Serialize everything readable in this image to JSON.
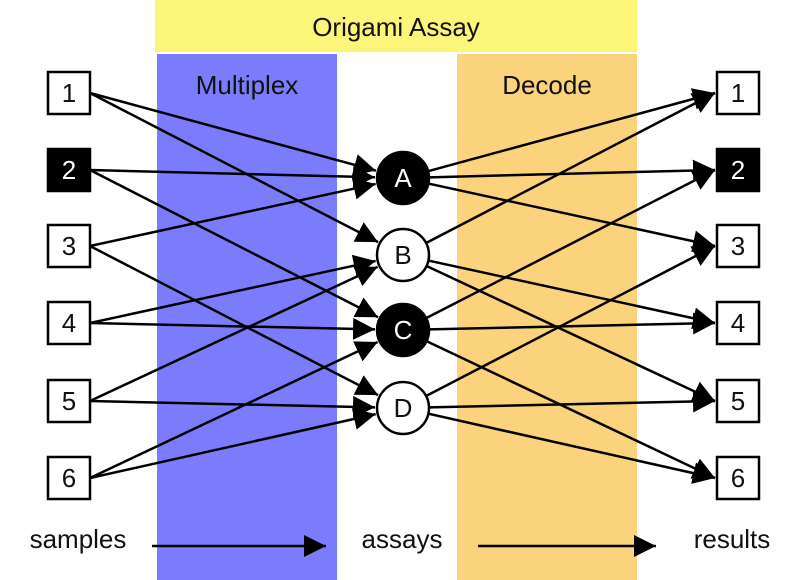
{
  "title": "Origami Assay",
  "colors": {
    "title_band": "#fbf57a",
    "multiplex_band": "#7b7cfb",
    "decode_band": "#fbd37c",
    "positive": "#000000",
    "negative": "#ffffff"
  },
  "bands": {
    "multiplex": "Multiplex",
    "decode": "Decode"
  },
  "samples": [
    {
      "label": "1",
      "positive": false
    },
    {
      "label": "2",
      "positive": true
    },
    {
      "label": "3",
      "positive": false
    },
    {
      "label": "4",
      "positive": false
    },
    {
      "label": "5",
      "positive": false
    },
    {
      "label": "6",
      "positive": false
    }
  ],
  "assays": [
    {
      "label": "A",
      "positive": true
    },
    {
      "label": "B",
      "positive": false
    },
    {
      "label": "C",
      "positive": true
    },
    {
      "label": "D",
      "positive": false
    }
  ],
  "results": [
    {
      "label": "1",
      "positive": false
    },
    {
      "label": "2",
      "positive": true
    },
    {
      "label": "3",
      "positive": false
    },
    {
      "label": "4",
      "positive": false
    },
    {
      "label": "5",
      "positive": false
    },
    {
      "label": "6",
      "positive": false
    }
  ],
  "multiplex_edges": [
    [
      "1",
      "A"
    ],
    [
      "1",
      "B"
    ],
    [
      "2",
      "A"
    ],
    [
      "2",
      "C"
    ],
    [
      "3",
      "A"
    ],
    [
      "3",
      "D"
    ],
    [
      "4",
      "B"
    ],
    [
      "4",
      "C"
    ],
    [
      "5",
      "B"
    ],
    [
      "5",
      "D"
    ],
    [
      "6",
      "C"
    ],
    [
      "6",
      "D"
    ]
  ],
  "decode_edges": [
    [
      "A",
      "1"
    ],
    [
      "A",
      "2"
    ],
    [
      "A",
      "3"
    ],
    [
      "B",
      "1"
    ],
    [
      "B",
      "4"
    ],
    [
      "B",
      "5"
    ],
    [
      "C",
      "2"
    ],
    [
      "C",
      "4"
    ],
    [
      "C",
      "6"
    ],
    [
      "D",
      "3"
    ],
    [
      "D",
      "5"
    ],
    [
      "D",
      "6"
    ]
  ],
  "footer": {
    "samples": "samples",
    "assays": "assays",
    "results": "results"
  }
}
